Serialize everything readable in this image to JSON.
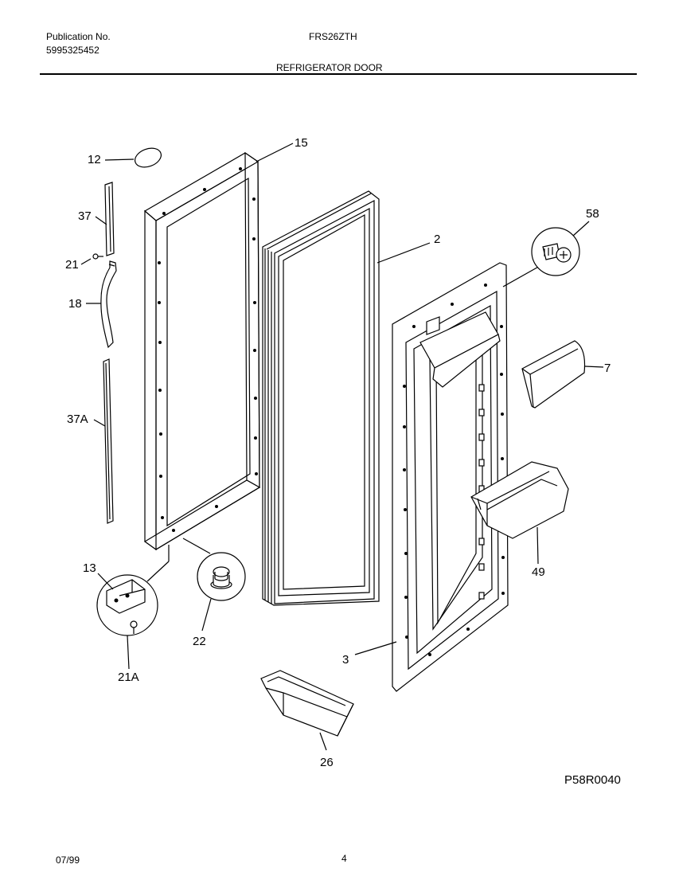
{
  "header": {
    "publication_label": "Publication No.",
    "publication_number": "5995325452",
    "model": "FRS26ZTH",
    "section_title": "REFRIGERATOR DOOR"
  },
  "footer": {
    "date": "07/99",
    "page": "4",
    "diagram_code": "P58R0040"
  },
  "parts": [
    {
      "id": "p12",
      "label": "12",
      "part": "cap"
    },
    {
      "id": "p15",
      "label": "15",
      "part": "outer frame"
    },
    {
      "id": "p37",
      "label": "37",
      "part": "upper trim"
    },
    {
      "id": "p21",
      "label": "21",
      "part": "screw"
    },
    {
      "id": "p18",
      "label": "18",
      "part": "handle"
    },
    {
      "id": "p37a",
      "label": "37A",
      "part": "lower trim"
    },
    {
      "id": "p2",
      "label": "2",
      "part": "gasket"
    },
    {
      "id": "p58",
      "label": "58",
      "part": "screw"
    },
    {
      "id": "p7",
      "label": "7",
      "part": "dairy door"
    },
    {
      "id": "p49",
      "label": "49",
      "part": "shelf bin"
    },
    {
      "id": "p3",
      "label": "3",
      "part": "inner door liner"
    },
    {
      "id": "p13",
      "label": "13",
      "part": "hinge bracket"
    },
    {
      "id": "p21a",
      "label": "21A",
      "part": "screw"
    },
    {
      "id": "p22",
      "label": "22",
      "part": "bushing"
    },
    {
      "id": "p26",
      "label": "26",
      "part": "bin"
    }
  ]
}
